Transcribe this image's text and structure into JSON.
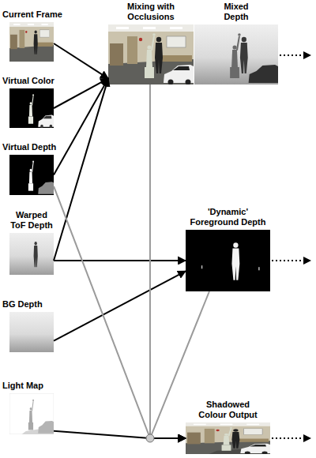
{
  "diagram": {
    "nodes": [
      {
        "text": [
          "Current Frame"
        ]
      },
      {
        "text": [
          "Virtual Color"
        ]
      },
      {
        "text": [
          "Virtual Depth"
        ]
      },
      {
        "text": [
          "Warped ToF Depth"
        ]
      },
      {
        "text": [
          "BG Depth"
        ]
      },
      {
        "text": [
          "Light Map"
        ]
      },
      {
        "text": [
          "Mixing with Occlusions"
        ]
      },
      {
        "text": [
          "Mixed Depth"
        ]
      },
      {
        "text": [
          "'Dynamic' Foreground Depth"
        ]
      },
      {
        "text": [
          "Shadowed Colour Output"
        ]
      }
    ],
    "edges": [
      {
        "from": 0,
        "to": 6,
        "arrow": "to"
      },
      {
        "from": 1,
        "to": 6,
        "arrow": "to"
      },
      {
        "from": 2,
        "to": 6,
        "arrow": "to"
      },
      {
        "from": 3,
        "to": 6,
        "arrow": "to"
      },
      {
        "from": 3,
        "to": 8,
        "arrow": "to"
      },
      {
        "from": 4,
        "to": 8,
        "arrow": "to"
      },
      {
        "from": 6,
        "to": 9,
        "arrow": "to"
      },
      {
        "from": 2,
        "to": 9,
        "arrow": "to"
      },
      {
        "from": 8,
        "to": 9,
        "arrow": "to"
      },
      {
        "from": 5,
        "to": 9,
        "arrow": "to"
      }
    ]
  }
}
